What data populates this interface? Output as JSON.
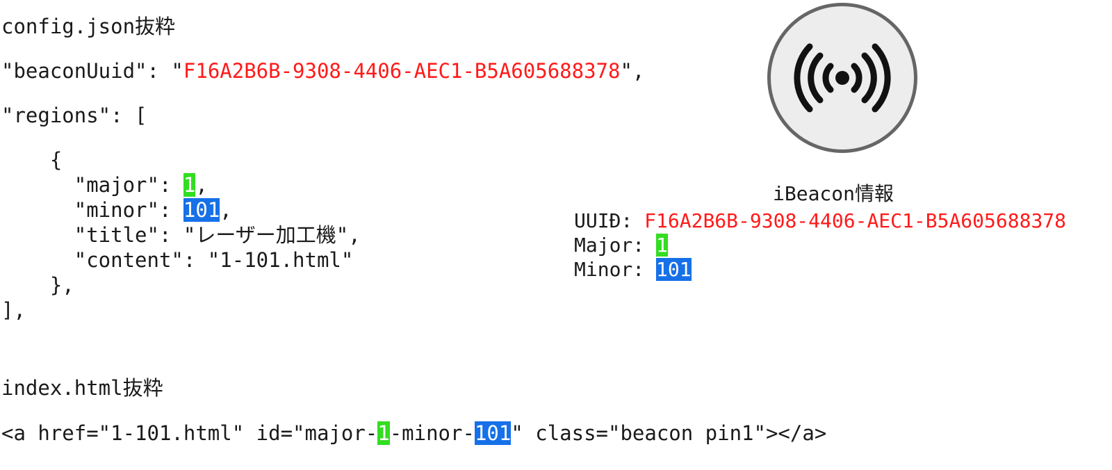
{
  "config": {
    "heading": "config.json抜粋",
    "uuid_key": "\"beaconUuid\": \"",
    "uuid": "F16A2B6B-9308-4406-AEC1-B5A605688378",
    "uuid_end": "\",",
    "regions_line": "\"regions\": [",
    "open_brace": "    {",
    "major_prefix": "      \"major\": ",
    "major": "1",
    "major_suffix": ",",
    "minor_prefix": "      \"minor\": ",
    "minor": "101",
    "minor_suffix": ",",
    "title_line": "      \"title\": \"レーザー加工機\",",
    "content_line": "      \"content\": \"1-101.html\"",
    "close_brace": "    },",
    "close_array": "],"
  },
  "index": {
    "heading": "index.html抜粋",
    "anchor_prefix": "<a href=\"1-101.html\" id=\"major-",
    "major": "1",
    "anchor_mid": "-minor-",
    "minor": "101",
    "anchor_suffix": "\" class=\"beacon pin1\"></a>"
  },
  "ibeacon": {
    "icon": "broadcast-icon",
    "title": "iBeacon情報",
    "uuid_label": "UUIĐ: ",
    "uuid": "F16A2B6B-9308-4406-AEC1-B5A605688378",
    "major_label": "Major: ",
    "major": "1",
    "minor_label": "Minor: ",
    "minor": "101"
  },
  "colors": {
    "uuid": "#ff1a1a",
    "major_highlight": "#33dd22",
    "minor_highlight": "#1670e8"
  }
}
